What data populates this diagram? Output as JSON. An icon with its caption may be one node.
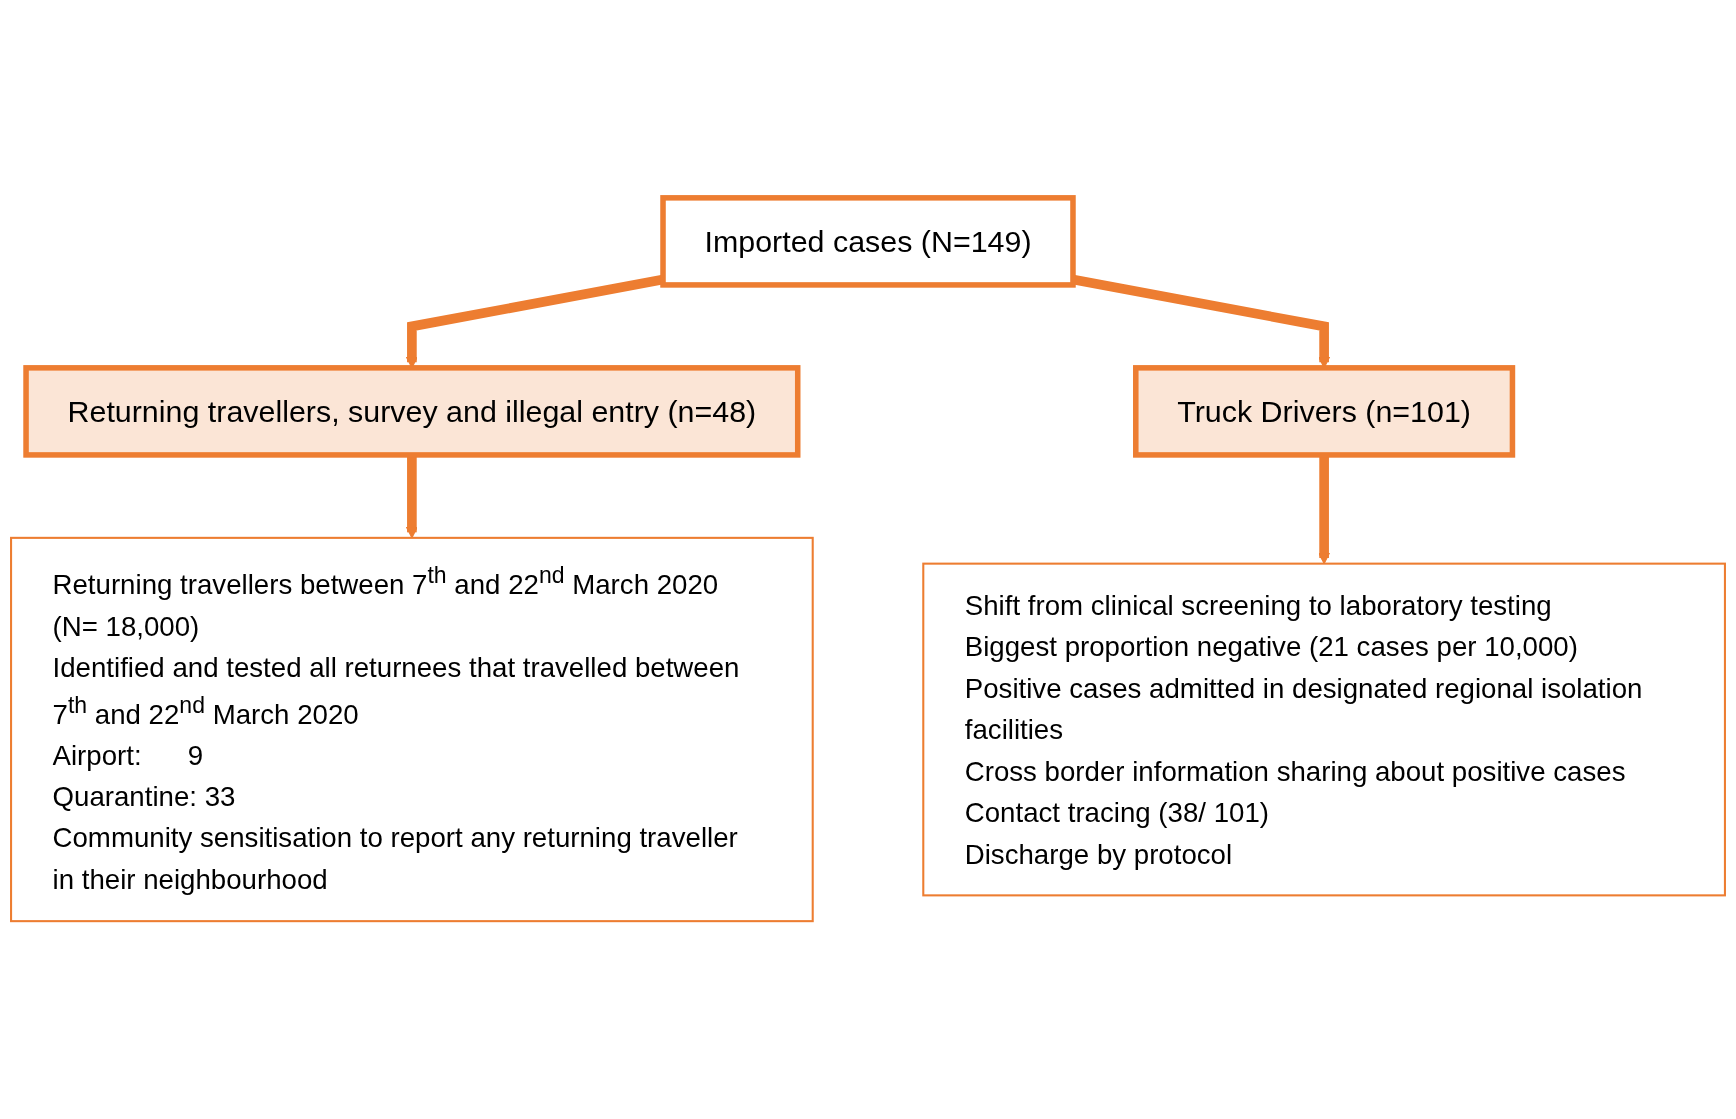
{
  "diagram": {
    "nodes": [
      {
        "text": [
          "Imported cases (N=149)"
        ]
      },
      {
        "text": [
          "Returning travellers, survey and illegal entry  (n=48)"
        ]
      },
      {
        "text": [
          "Truck Drivers (n=101)"
        ]
      },
      {
        "text": [
          "Returning travellers between 7$^{th}$ and 22$^{nd}$ March 2020 (N= 18,000)",
          "Identified and tested all returnees that travelled between 7$^{th}$ and 22$^{nd}$ March 2020",
          "Airport:      9",
          "Quarantine: 33",
          "Community sensitisation to report any returning traveller in their neighbourhood"
        ]
      },
      {
        "text": [
          "Shift from clinical screening to laboratory testing",
          "Biggest proportion negative (21 cases per 10,000)",
          "Positive cases admitted in designated regional isolation facilities",
          "Cross border information sharing about positive cases",
          "Contact tracing (38/ 101)",
          "Discharge by protocol"
        ]
      }
    ],
    "edges": [
      {
        "from": 0,
        "to": 1,
        "arrow": "to"
      },
      {
        "from": 0,
        "to": 2,
        "arrow": "to"
      },
      {
        "from": 1,
        "to": 3,
        "arrow": "to"
      },
      {
        "from": 2,
        "to": 4,
        "arrow": "to"
      }
    ]
  }
}
